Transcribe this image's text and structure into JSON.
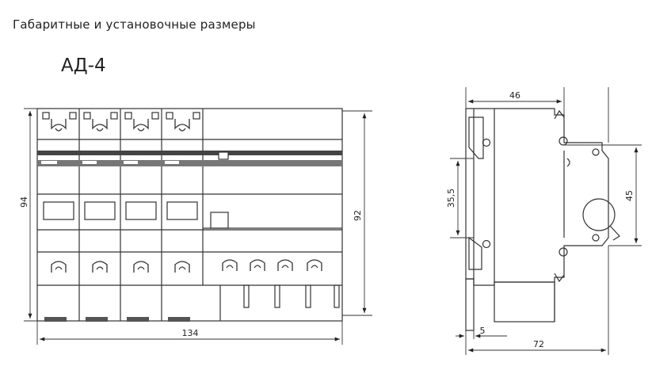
{
  "header": {
    "title": "Габаритные и установочные размеры",
    "model": "АД-4"
  },
  "front_view": {
    "dims": {
      "height_total": "94",
      "height_body": "92",
      "width": "134"
    }
  },
  "side_view": {
    "dims": {
      "depth_top": "46",
      "rail_center": "35,5",
      "rail_height": "45",
      "offset": "5",
      "depth_total": "72"
    }
  }
}
